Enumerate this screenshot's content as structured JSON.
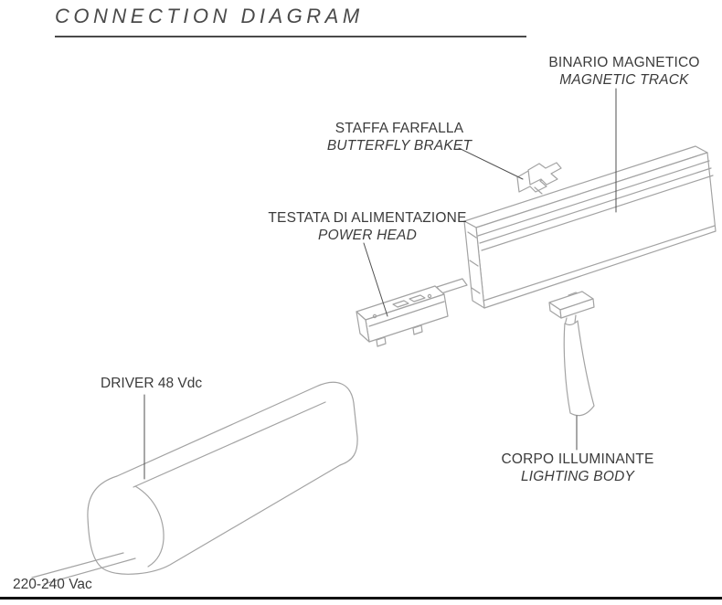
{
  "title": "CONNECTION DIAGRAM",
  "parts": {
    "magnetic_track": {
      "name_it": "BINARIO MAGNETICO",
      "name_en": "MAGNETIC TRACK"
    },
    "butterfly_bracket": {
      "name_it": "STAFFA FARFALLA",
      "name_en": "BUTTERFLY BRAKET"
    },
    "power_head": {
      "name_it": "TESTATA DI ALIMENTAZIONE",
      "name_en": "POWER HEAD"
    },
    "driver": {
      "label": "DRIVER 48 Vdc"
    },
    "lighting_body": {
      "name_it": "CORPO ILLUMINANTE",
      "name_en": "LIGHTING BODY"
    },
    "mains": {
      "label": "220-240 Vac"
    }
  },
  "colors": {
    "text": "#3b3b3b",
    "line_art": "#a3a3a3",
    "leader_line": "#4f4f4f",
    "title_rule": "#4a4a4a",
    "bottom_rule": "#111111"
  }
}
